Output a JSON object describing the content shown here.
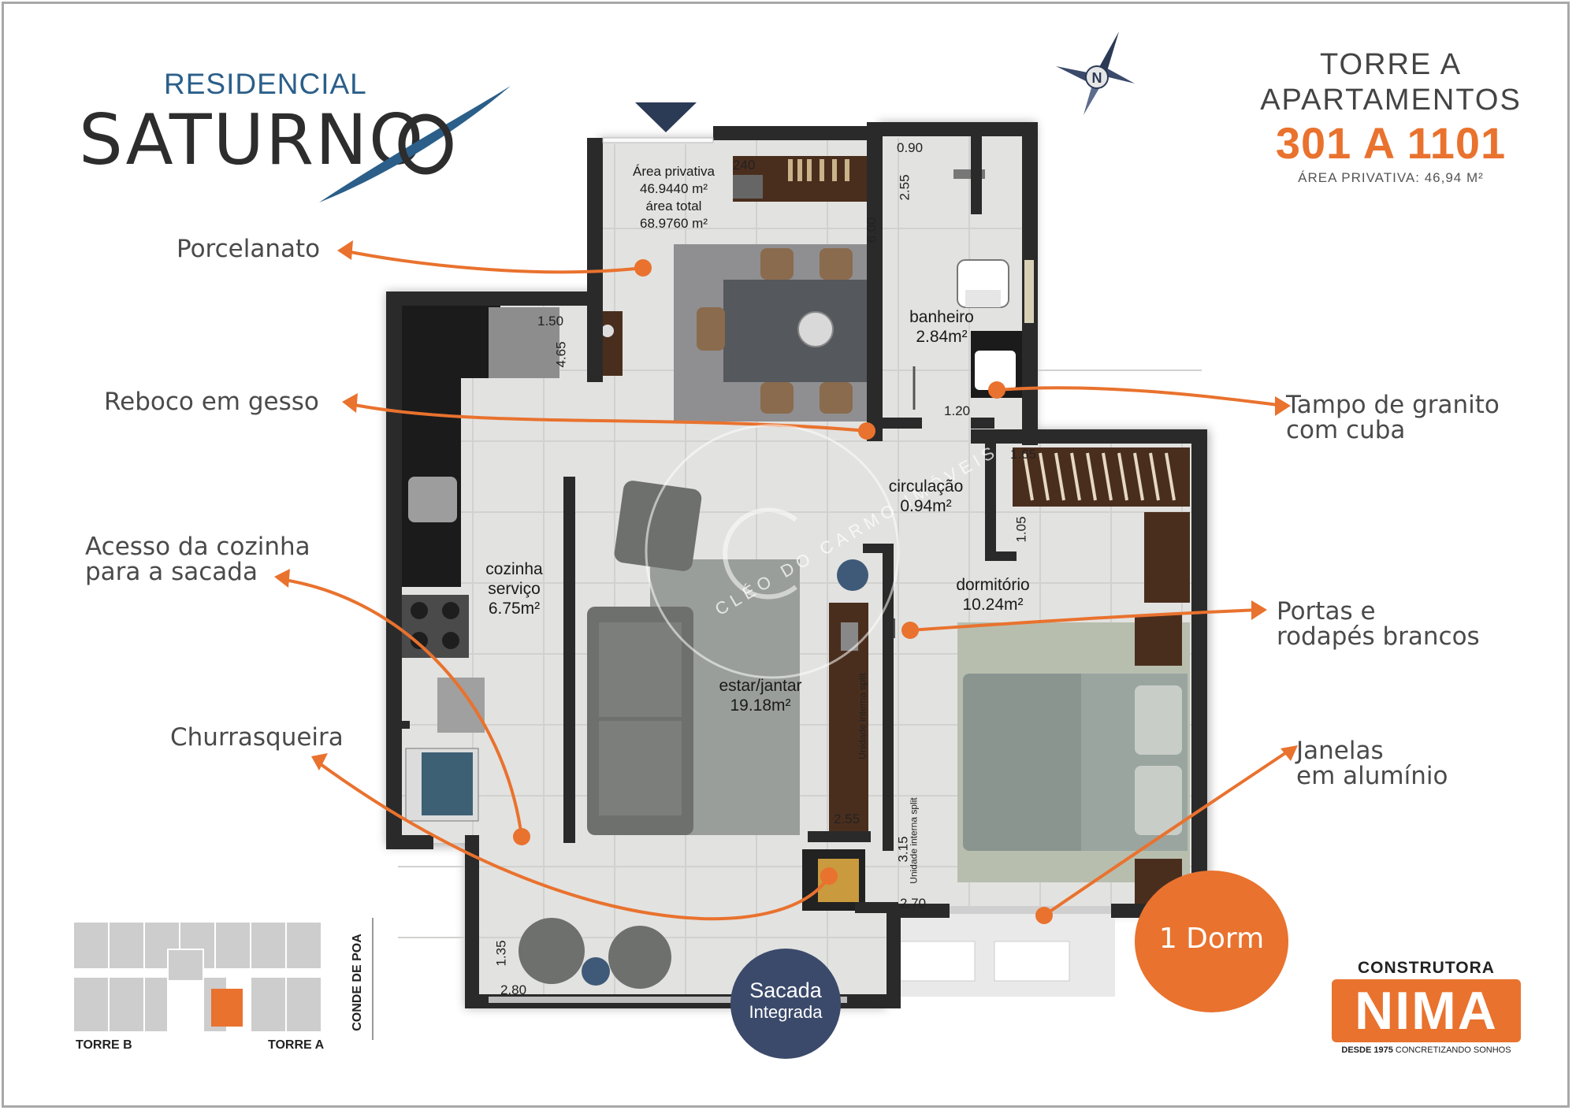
{
  "brand": {
    "residencial": "RESIDENCIAL",
    "saturno": "SATURNO",
    "brand_color": "#2b3a55",
    "accent_color": "#e9722e"
  },
  "tower": {
    "line1": "TORRE A",
    "line2": "APARTAMENTOS",
    "units": "301 A 1101",
    "area": "ÁREA PRIVATIVA: 46,94 M²"
  },
  "area_box": {
    "line1": "Área privativa",
    "line2": "46.9440 m²",
    "line3": "área total",
    "line4": "68.9760 m²"
  },
  "rooms": {
    "banheiro": {
      "name": "banheiro",
      "area": "2.84m²"
    },
    "circulacao": {
      "name": "circulação",
      "area": "0.94m²"
    },
    "dormitorio": {
      "name": "dormitório",
      "area": "10.24m²"
    },
    "cozinha": {
      "name1": "cozinha",
      "name2": "serviço",
      "area": "6.75m²"
    },
    "estar": {
      "name": "estar/jantar",
      "area": "19.18m²"
    }
  },
  "dimensions": {
    "d240": "240",
    "d600": "6.00",
    "d090": "0.90",
    "d255a": "2.55",
    "d150": "1.50",
    "d465": "4.65",
    "d120": "1.20",
    "d165": "1.65",
    "d105": "1.05",
    "d255b": "2.55",
    "d315": "3.15",
    "d270": "2.70",
    "d135": "1.35",
    "d280": "2.80"
  },
  "split_labels": {
    "split1": "Unidade interna split",
    "split2": "Unidade interna split"
  },
  "callouts": {
    "porcelanato": "Porcelanato",
    "reboco": "Reboco em gesso",
    "acesso_l1": "Acesso da cozinha",
    "acesso_l2": "para a sacada",
    "churrasqueira": "Churrasqueira",
    "tampo_l1": "Tampo de granito",
    "tampo_l2": "com cuba",
    "portas_l1": "Portas e",
    "portas_l2": "rodapés brancos",
    "janelas_l1": "Janelas",
    "janelas_l2": "em alumínio"
  },
  "sacada": {
    "line1": "Sacada",
    "line2": "Integrada",
    "color": "#3b4a6b"
  },
  "dorm_badge": {
    "label": "1 Dorm",
    "color": "#e9722e"
  },
  "site_plan": {
    "torre_b": "TORRE B",
    "torre_a": "TORRE A",
    "street": "CONDE DE POA"
  },
  "watermark": {
    "text": "CLÉO DO CARMO IMÓVEIS"
  },
  "builder": {
    "top": "CONSTRUTORA",
    "name": "NIMA",
    "since": "DESDE 1975",
    "slogan": "CONCRETIZANDO SONHOS"
  }
}
